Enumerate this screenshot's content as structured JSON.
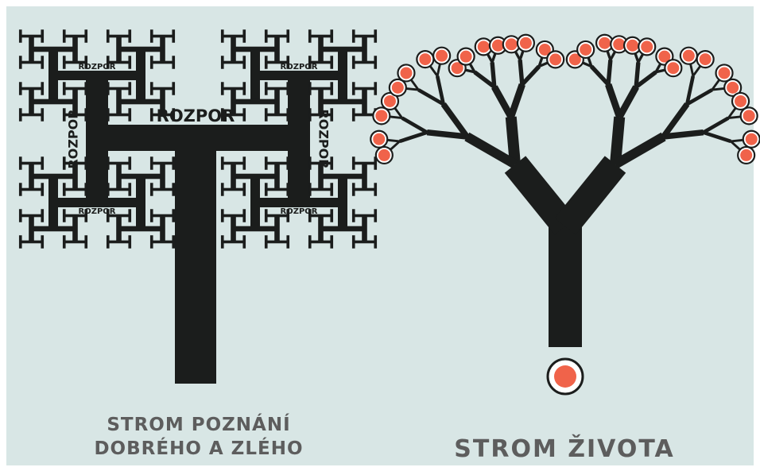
{
  "colors": {
    "background": "#d8e6e5",
    "branch": "#1b1d1c",
    "fruit": "#f0634a",
    "fruit_ring": "#ffffff",
    "caption": "#5d5d5d"
  },
  "left_tree": {
    "label_main": "ROZPOR",
    "label_small": "ROZPOR",
    "caption_line1": "STROM POZNÁNÍ",
    "caption_line2": "DOBRÉHO A ZLÉHO"
  },
  "right_tree": {
    "caption": "STROM ŽIVOTA",
    "fruit_icon": "circle-fruit",
    "seed_icon": "circle-seed"
  }
}
